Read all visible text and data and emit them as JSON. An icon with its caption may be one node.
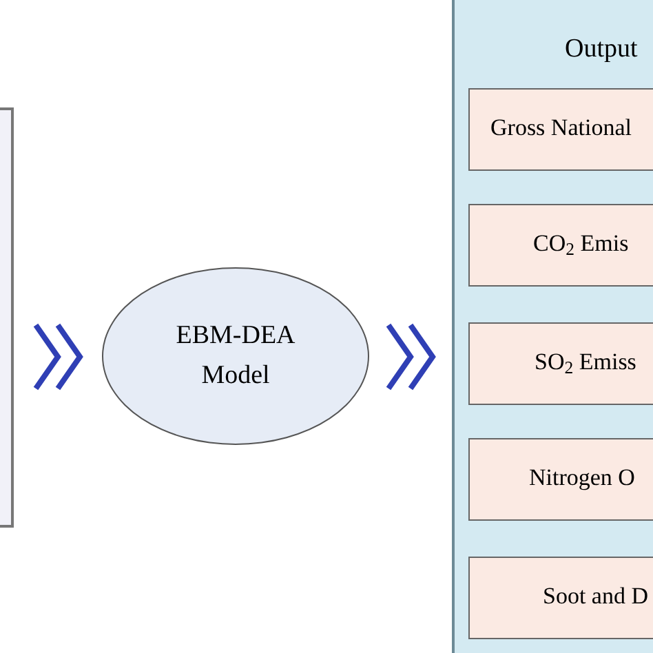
{
  "diagram": {
    "nodes": [
      {
        "text": [],
        "shape": "box"
      },
      {
        "text": [
          "EBM-DEA Model"
        ]
      },
      {
        "text": [
          "Output"
        ]
      },
      {
        "text": [
          "Gross National"
        ],
        "in": 2
      },
      {
        "text": [
          "CO$_{2}$ Emis"
        ],
        "in": 2
      },
      {
        "text": [
          "SO$_{2}$ Emiss"
        ],
        "in": 2
      },
      {
        "text": [
          "Nitrogen O"
        ],
        "in": 2
      },
      {
        "text": [
          "Soot and D"
        ],
        "in": 2
      }
    ],
    "edges": [
      {
        "from": 0,
        "to": 1,
        "arrow": "to"
      },
      {
        "from": 1,
        "to": 2,
        "arrow": "to"
      }
    ]
  }
}
